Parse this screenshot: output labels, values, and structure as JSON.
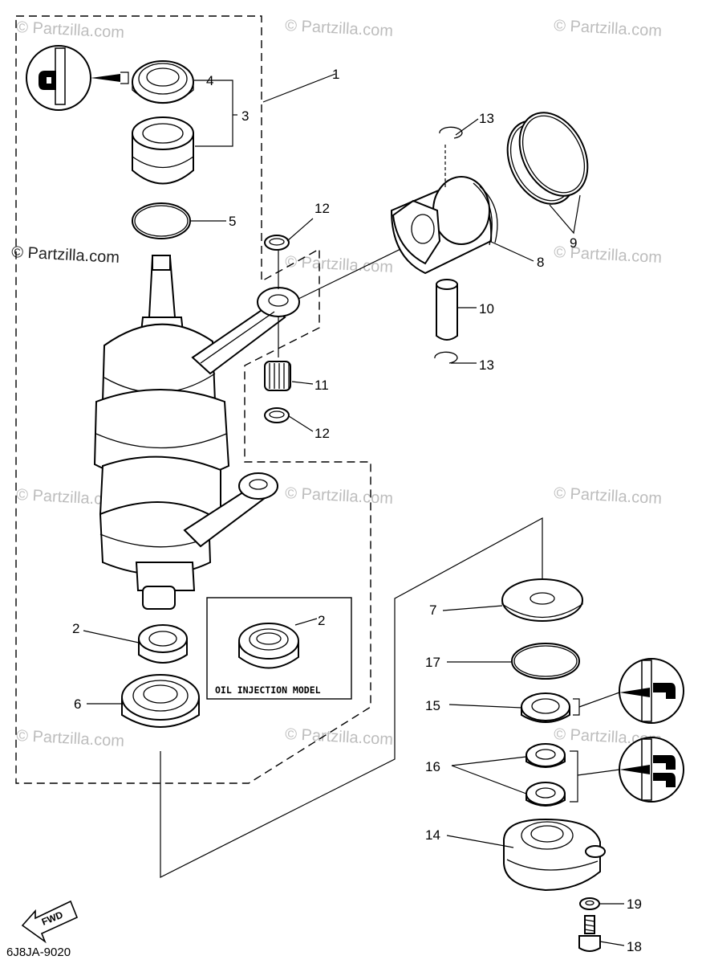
{
  "diagram": {
    "code": "6J8JA-9020",
    "fwd_label": "FWD",
    "note_box": "OIL INJECTION MODEL",
    "watermark": "© Partzilla.com",
    "watermark_strong": "© Partzilla.com",
    "callouts": [
      "1",
      "2",
      "2",
      "3",
      "4",
      "5",
      "6",
      "7",
      "8",
      "9",
      "10",
      "11",
      "12",
      "12",
      "13",
      "13",
      "14",
      "15",
      "16",
      "17",
      "18",
      "19"
    ]
  }
}
